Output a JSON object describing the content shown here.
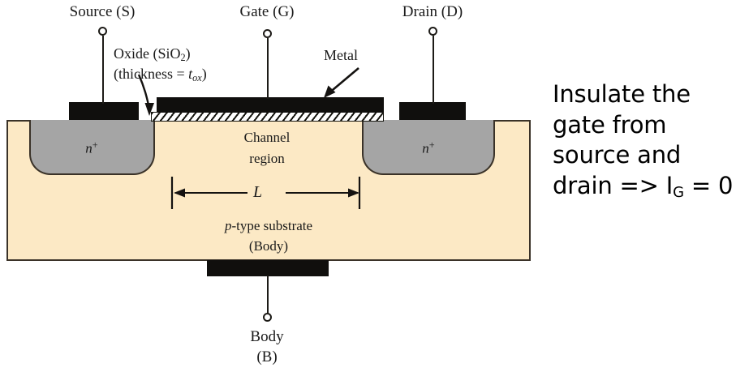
{
  "figure": {
    "type": "mosfet-cross-section",
    "device": "n-channel enhancement MOSFET"
  },
  "terminals": {
    "source": {
      "label": "Source (S)"
    },
    "gate": {
      "label": "Gate (G)"
    },
    "drain": {
      "label": "Drain (D)"
    },
    "body_line1": "Body",
    "body_line2": "(B)"
  },
  "callouts": {
    "oxide_line1": "Oxide (SiO",
    "oxide_sub": "2",
    "oxide_line1_end": ")",
    "oxide_line2_pre": "(thickness = ",
    "oxide_line2_var": "t",
    "oxide_line2_sub": "ox",
    "oxide_line2_end": ")",
    "metal": "Metal"
  },
  "regions": {
    "channel_line1": "Channel",
    "channel_line2": "region",
    "source_doping_base": "n",
    "source_doping_sup": "+",
    "drain_doping_base": "n",
    "drain_doping_sup": "+",
    "substrate_italic": "p",
    "substrate_rest": "-type substrate",
    "substrate_line2": "(Body)"
  },
  "dimensions": {
    "channel_length_symbol": "L"
  },
  "annotation": {
    "line1": "Insulate the",
    "line2": "gate from",
    "line3": "source and",
    "line4_pre": "drain => I",
    "line4_sub": "G",
    "line4_post": " = 0"
  },
  "colors": {
    "substrate_fill": "#fce9c5",
    "nplus_fill": "#a5a5a5",
    "metal_fill": "#100f0d",
    "outline": "#3a3228",
    "text": "#1a1a1a",
    "annotation_text": "#000000",
    "background": "#ffffff"
  }
}
